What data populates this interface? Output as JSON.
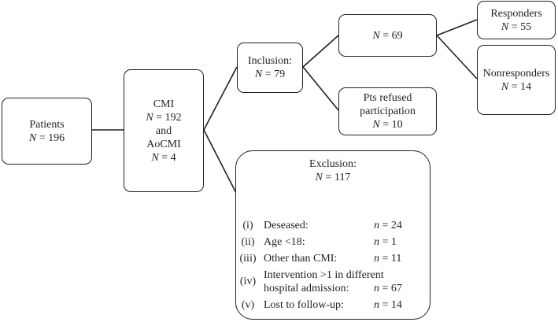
{
  "patients": {
    "label": "Patients",
    "var": "N",
    "value": "= 196"
  },
  "cmi": {
    "l1": "CMI",
    "var1": "N",
    "val1": "= 192",
    "l2": "and",
    "l3": "AoCMI",
    "var2": "N",
    "val2": "= 4"
  },
  "inclusion": {
    "label": "Inclusion:",
    "var": "N",
    "value": "= 79"
  },
  "n69": {
    "var": "N",
    "value": "= 69"
  },
  "refused": {
    "l1": "Pts refused",
    "l2": "participation",
    "var": "N",
    "value": "= 10"
  },
  "responders": {
    "label": "Responders",
    "var": "N",
    "value": "= 55"
  },
  "nonresponders": {
    "label": "Nonresponders",
    "var": "N",
    "value": "= 14"
  },
  "exclusion": {
    "label": "Exclusion:",
    "var": "N",
    "value": "= 117",
    "items": [
      {
        "num": "(i)",
        "text": "Deseased:",
        "var": "n",
        "value": "= 24"
      },
      {
        "num": "(ii)",
        "text": "Age <18:",
        "var": "n",
        "value": "= 1"
      },
      {
        "num": "(iii)",
        "text": "Other than CMI:",
        "var": "n",
        "value": "= 11"
      },
      {
        "num": "(iv)",
        "text": "Intervention >1 in different",
        "text2": "hospital admission:",
        "var": "n",
        "value": "= 67"
      },
      {
        "num": "(v)",
        "text": "Lost to follow-up:",
        "var": "n",
        "value": "= 14"
      }
    ]
  }
}
